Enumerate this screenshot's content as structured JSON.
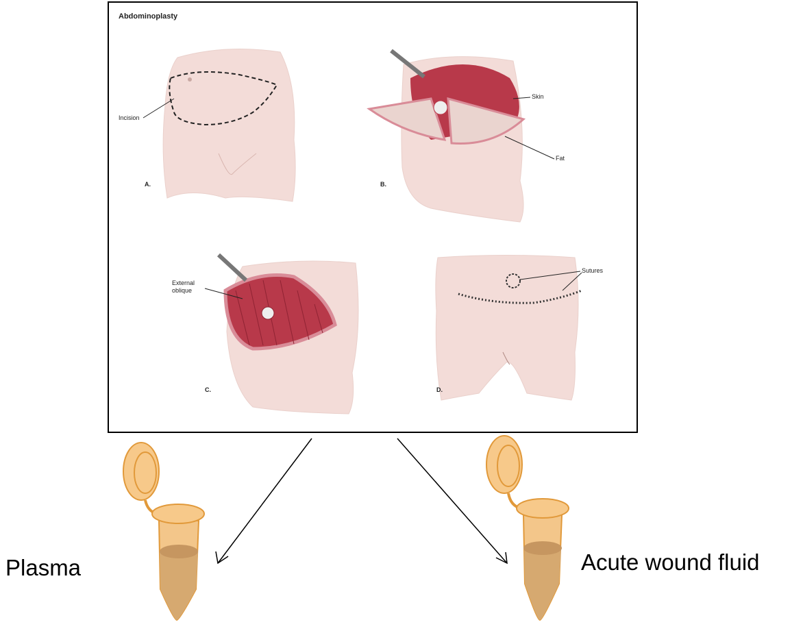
{
  "figure": {
    "title": "Abdominoplasty",
    "panels": [
      {
        "id": "A",
        "label": "A."
      },
      {
        "id": "B",
        "label": "B."
      },
      {
        "id": "C",
        "label": "C."
      },
      {
        "id": "D",
        "label": "D."
      }
    ],
    "callouts": {
      "incision": "Incision",
      "skin": "Skin",
      "fat": "Fat",
      "external_oblique_1": "External",
      "external_oblique_2": "oblique",
      "sutures": "Sutures"
    }
  },
  "samples": {
    "left": "Plasma",
    "right": "Acute wound fluid"
  },
  "colors": {
    "skin": "#f3dcd8",
    "skin_shadow": "#e8c8c3",
    "muscle": "#b8394a",
    "fat": "#d98c98",
    "tube_orange": "#f3b85f",
    "tube_fluid": "#d6a970"
  }
}
